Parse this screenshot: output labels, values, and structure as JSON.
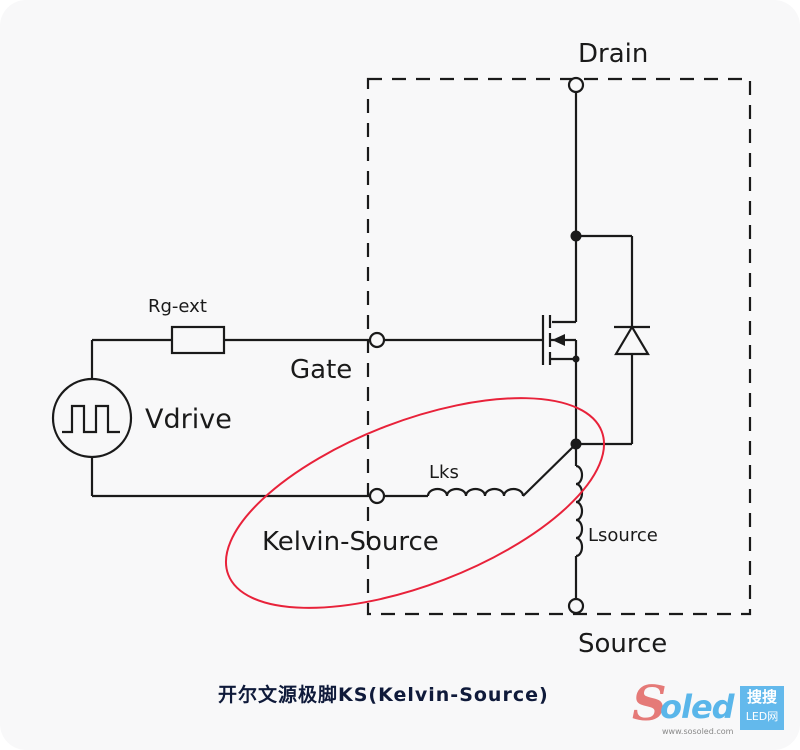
{
  "diagram": {
    "terminals": {
      "drain": "Drain",
      "gate": "Gate",
      "source": "Source",
      "kelvin_source": "Kelvin-Source"
    },
    "components": {
      "gate_resistor": "Rg-ext",
      "drive_source": "Vdrive",
      "kelvin_inductor": "Lks",
      "source_inductor": "Lsource"
    },
    "highlight_color": "#e8223a",
    "wire_color": "#1a1a1a"
  },
  "caption": "开尔文源极脚KS(Kelvin-Source)",
  "watermark": {
    "brand_s": "S",
    "brand_rest": "oled",
    "cn": "搜搜",
    "en": "LED网",
    "url": "www.sosoled.com"
  }
}
